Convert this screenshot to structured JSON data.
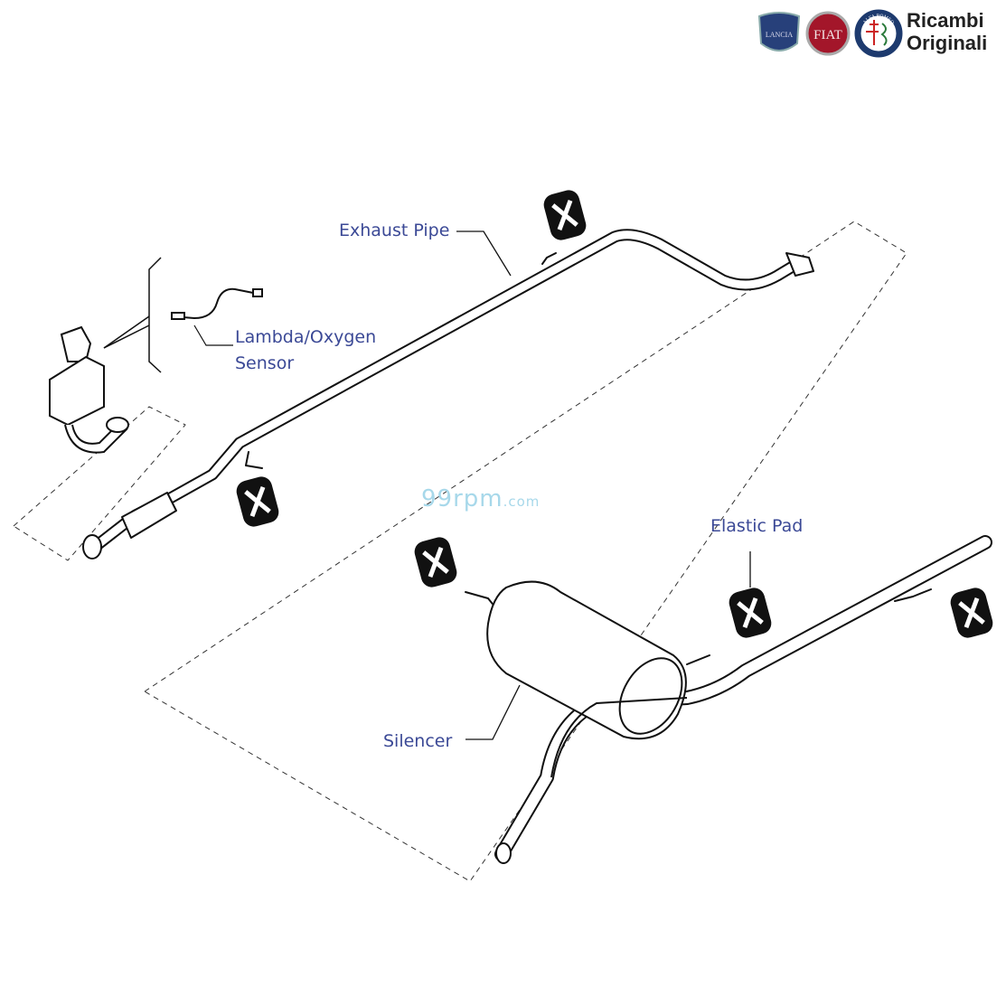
{
  "header": {
    "brand_logos": [
      "LANCIA",
      "FIAT",
      "ALFA ROMEO"
    ],
    "brand_line1": "Ricambi",
    "brand_line2": "Originali"
  },
  "watermark": {
    "main": "99rpm",
    "suffix": ".com"
  },
  "labels": {
    "exhaust_pipe": "Exhaust Pipe",
    "lambda_line1": "Lambda/Oxygen",
    "lambda_line2": "Sensor",
    "elastic_pad": "Elastic Pad",
    "silencer": "Silencer"
  },
  "colors": {
    "label": "#3b4996",
    "line": "#111111",
    "watermark": "#a7d8ea",
    "fiat_red": "#a3162a",
    "lancia_blue": "#27407a"
  }
}
